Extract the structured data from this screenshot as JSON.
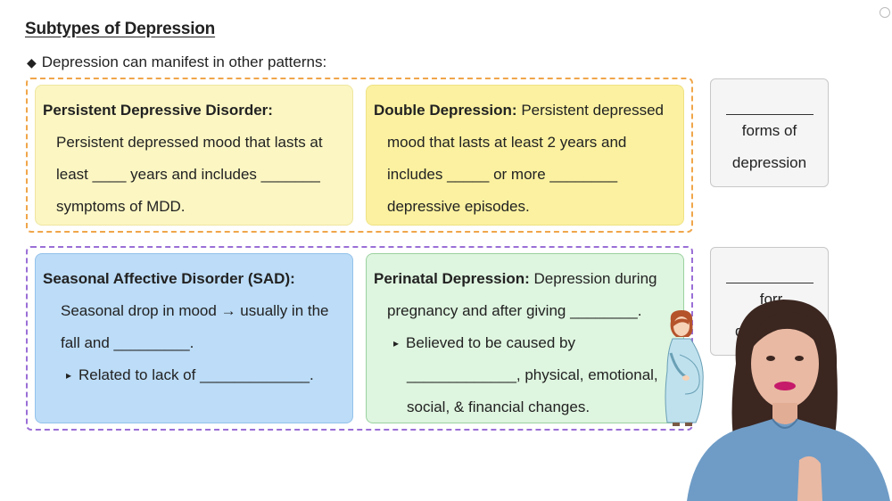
{
  "title": "Subtypes of Depression",
  "intro": "Depression can manifest in other patterns:",
  "cards": {
    "pdd": {
      "title": "Persistent Depressive Disorder:",
      "lines": [
        "Persistent depressed mood that lasts at",
        "least ____ years and includes _______",
        "symptoms of MDD."
      ]
    },
    "double": {
      "title": "Double Depression:",
      "title_rest": " Persistent depressed",
      "lines": [
        "mood that lasts at least 2 years and",
        "includes _____ or more ________",
        "depressive episodes."
      ]
    },
    "sad": {
      "title": "Seasonal Affective Disorder (SAD):",
      "lines": [
        "Seasonal drop in mood → usually in the",
        "fall and _________."
      ],
      "bullet": "Related to lack of _____________."
    },
    "perinatal": {
      "title": "Perinatal Depression:",
      "title_rest": " Depression during",
      "lines": [
        "pregnancy and after giving ________."
      ],
      "bullet_lines": [
        "Believed to be caused by",
        "_____________, physical, emotional,",
        "social, & financial changes."
      ]
    }
  },
  "side_boxes": {
    "top": {
      "line1": "forms of",
      "line2": "depression"
    },
    "bottom": {
      "line1": "forr",
      "line2": "de"
    }
  },
  "colors": {
    "orange_border": "#f0a64a",
    "purple_border": "#9a6fd6",
    "yellow_light": "#fbf6c2",
    "yellow": "#fbf1a0",
    "blue": "#bcdcf7",
    "green": "#def5df"
  },
  "icons": [
    "diamond-bullet-icon",
    "pregnant-woman-illustration",
    "presenter-video"
  ]
}
